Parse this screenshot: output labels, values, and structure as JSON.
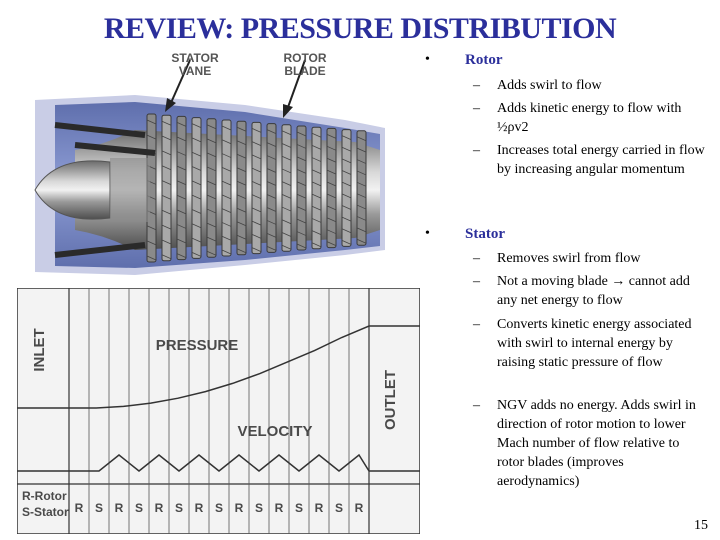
{
  "title": "REVIEW: PRESSURE DISTRIBUTION",
  "compressor": {
    "stator_caption": "STATOR VANE",
    "stator_line1": "STATOR",
    "stator_line2": "VANE",
    "rotor_line1": "ROTOR",
    "rotor_line2": "BLADE"
  },
  "diagram": {
    "inlet_label": "INLET",
    "outlet_label": "OUTLET",
    "pressure_label": "PRESSURE",
    "velocity_label": "VELOCITY",
    "legend_rotor": "R-Rotor",
    "legend_stator": "S-Stator",
    "stage_letters": [
      "R",
      "S",
      "R",
      "S",
      "R",
      "S",
      "R",
      "S",
      "R",
      "S",
      "R",
      "S",
      "R",
      "S",
      "R"
    ],
    "pressure_curve": [
      0.0,
      0.0,
      0.02,
      0.06,
      0.12,
      0.2,
      0.3,
      0.42,
      0.56,
      0.7,
      0.86,
      1.0
    ],
    "colors": {
      "diagram_bg": "#f2f2f2",
      "line": "#333333",
      "label": "#4a4a4a"
    }
  },
  "bullets": [
    {
      "mark": "•",
      "label": "Rotor",
      "items": [
        "Adds swirl to flow",
        "Adds kinetic energy to flow with ½ρv2",
        "Increases total energy carried in flow by increasing angular momentum"
      ]
    },
    {
      "mark": "•",
      "label": "Stator",
      "items": [
        "Removes swirl from flow",
        "Not a moving blade → cannot add any net energy to flow",
        "Converts kinetic energy associated with swirl to internal energy by raising static pressure of flow",
        "NGV adds no energy. Adds swirl in direction of rotor motion to lower Mach number of flow relative to rotor blades (improves aerodynamics)"
      ]
    }
  ],
  "dash": "–",
  "page_number": "15",
  "colors": {
    "title": "#2b2f9b",
    "casing": "#4a5fa8",
    "blade": "#7a7a7a"
  }
}
